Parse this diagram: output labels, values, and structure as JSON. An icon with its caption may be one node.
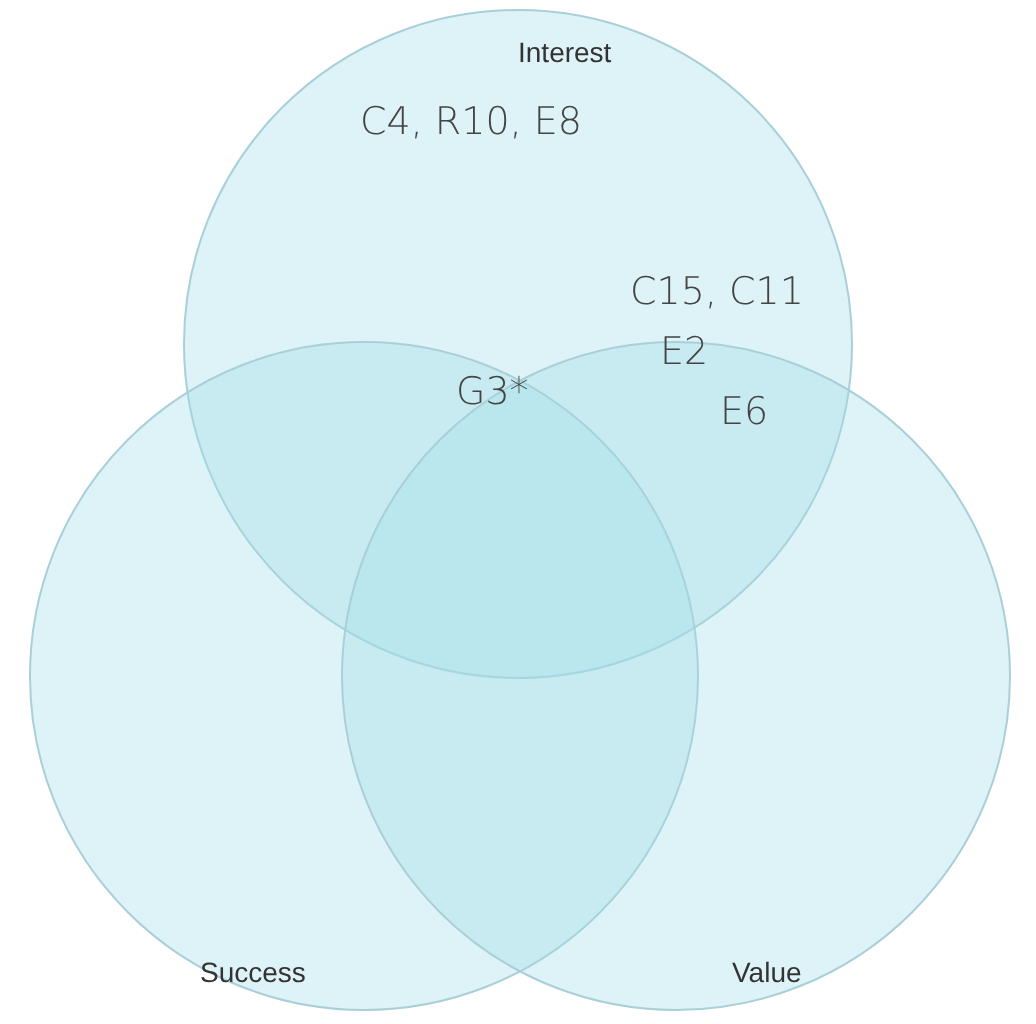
{
  "diagram": {
    "nodes": [
      {
        "text": [
          "Interest"
        ]
      },
      {
        "text": [
          "Success"
        ]
      },
      {
        "text": [
          "Value"
        ]
      }
    ],
    "labels": [
      "C4, R10, E8",
      "C15, C11",
      "E2",
      "E6",
      "G3*"
    ]
  }
}
